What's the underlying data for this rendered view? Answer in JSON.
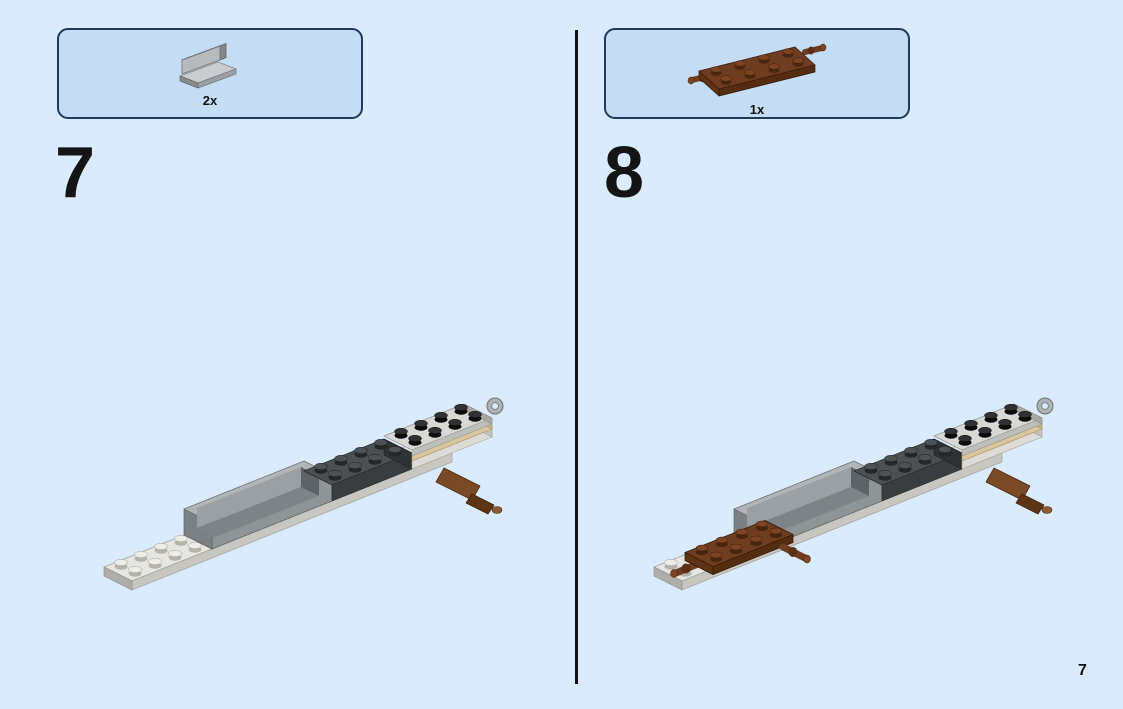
{
  "page": {
    "background_color": "#d9ebfc",
    "number": "7",
    "divider_color": "#121212"
  },
  "parts_callout_style": {
    "fill_color": "#c4ddf4",
    "border_color": "#1e3a5f"
  },
  "steps": {
    "step7": {
      "number": "7",
      "part": {
        "icon": "gray-panel-1x2-icon",
        "quantity": "2x",
        "color": "#b7bbbe"
      },
      "illustration": "chassis-assembly-step-7"
    },
    "step8": {
      "number": "8",
      "part": {
        "icon": "reddish-brown-plate-with-pins-icon",
        "quantity": "1x",
        "color": "#6e3c1f"
      },
      "illustration": "chassis-assembly-step-8-brown-pin-plate-added"
    }
  }
}
